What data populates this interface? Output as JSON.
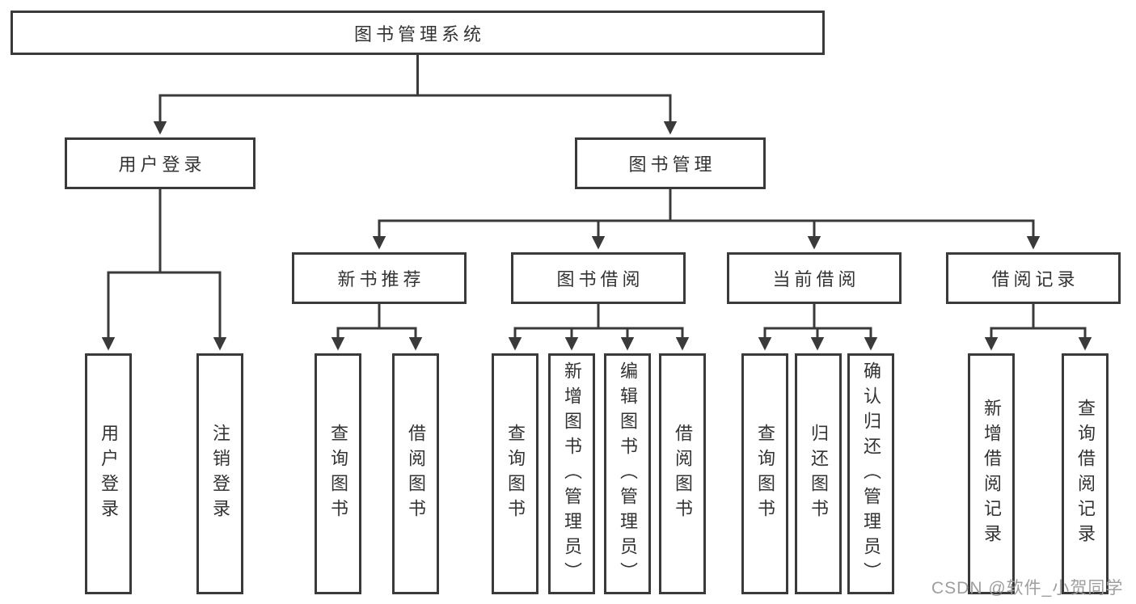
{
  "colors": {
    "line": "#3a3a3a",
    "box_border": "#3a3a3a",
    "text": "#333333",
    "background": "#ffffff",
    "watermark": "#9e9e9e"
  },
  "tree": {
    "root": {
      "label": "图书管理系统"
    },
    "branches": [
      {
        "label": "用户登录",
        "children": [
          {
            "label": "用户登录"
          },
          {
            "label": "注销登录"
          }
        ]
      },
      {
        "label": "图书管理",
        "groups": [
          {
            "label": "新书推荐",
            "children": [
              {
                "label": "查询图书"
              },
              {
                "label": "借阅图书"
              }
            ]
          },
          {
            "label": "图书借阅",
            "children": [
              {
                "label": "查询图书"
              },
              {
                "label": "新增图书（管理员）"
              },
              {
                "label": "编辑图书（管理员）"
              },
              {
                "label": "借阅图书"
              }
            ]
          },
          {
            "label": "当前借阅",
            "children": [
              {
                "label": "查询图书"
              },
              {
                "label": "归还图书"
              },
              {
                "label": "确认归还（管理员）"
              }
            ]
          },
          {
            "label": "借阅记录",
            "children": [
              {
                "label": "新增借阅记录"
              },
              {
                "label": "查询借阅记录"
              }
            ]
          }
        ]
      }
    ]
  },
  "watermark": {
    "text": "CSDN @软件_小贺同学"
  }
}
